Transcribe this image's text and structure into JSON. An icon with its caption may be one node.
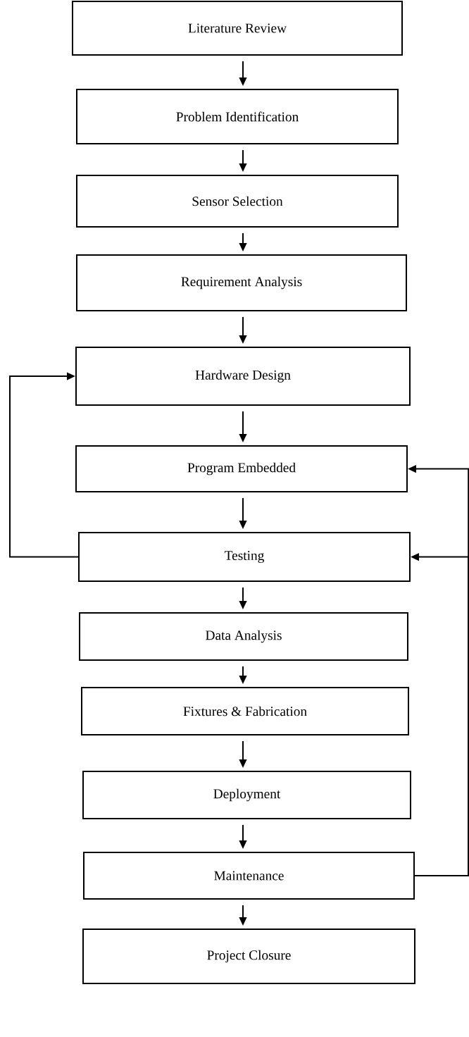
{
  "diagram": {
    "nodes": [
      {
        "text": [
          "Literature Review"
        ]
      },
      {
        "text": [
          "Problem Identification"
        ]
      },
      {
        "text": [
          "Sensor Selection"
        ]
      },
      {
        "text": [
          "Requirement Analysis"
        ]
      },
      {
        "text": [
          "Hardware Design"
        ]
      },
      {
        "text": [
          "Program Embedded"
        ]
      },
      {
        "text": [
          "Testing"
        ]
      },
      {
        "text": [
          "Data Analysis"
        ]
      },
      {
        "text": [
          "Fixtures & Fabrication"
        ]
      },
      {
        "text": [
          "Deployment"
        ]
      },
      {
        "text": [
          "Maintenance"
        ]
      },
      {
        "text": [
          "Project Closure"
        ]
      }
    ],
    "edges": [
      {
        "from": 0,
        "to": 1,
        "arrow": "to"
      },
      {
        "from": 1,
        "to": 2,
        "arrow": "to"
      },
      {
        "from": 2,
        "to": 3,
        "arrow": "to"
      },
      {
        "from": 3,
        "to": 4,
        "arrow": "to"
      },
      {
        "from": 4,
        "to": 5,
        "arrow": "to"
      },
      {
        "from": 5,
        "to": 6,
        "arrow": "to"
      },
      {
        "from": 6,
        "to": 7,
        "arrow": "to"
      },
      {
        "from": 7,
        "to": 8,
        "arrow": "to"
      },
      {
        "from": 8,
        "to": 9,
        "arrow": "to"
      },
      {
        "from": 9,
        "to": 10,
        "arrow": "to"
      },
      {
        "from": 10,
        "to": 11,
        "arrow": "to"
      },
      {
        "from": 6,
        "to": 4,
        "arrow": "to"
      },
      {
        "from": 10,
        "to": 5,
        "arrow": "to"
      },
      {
        "from": 10,
        "to": 6,
        "arrow": "to"
      }
    ]
  }
}
